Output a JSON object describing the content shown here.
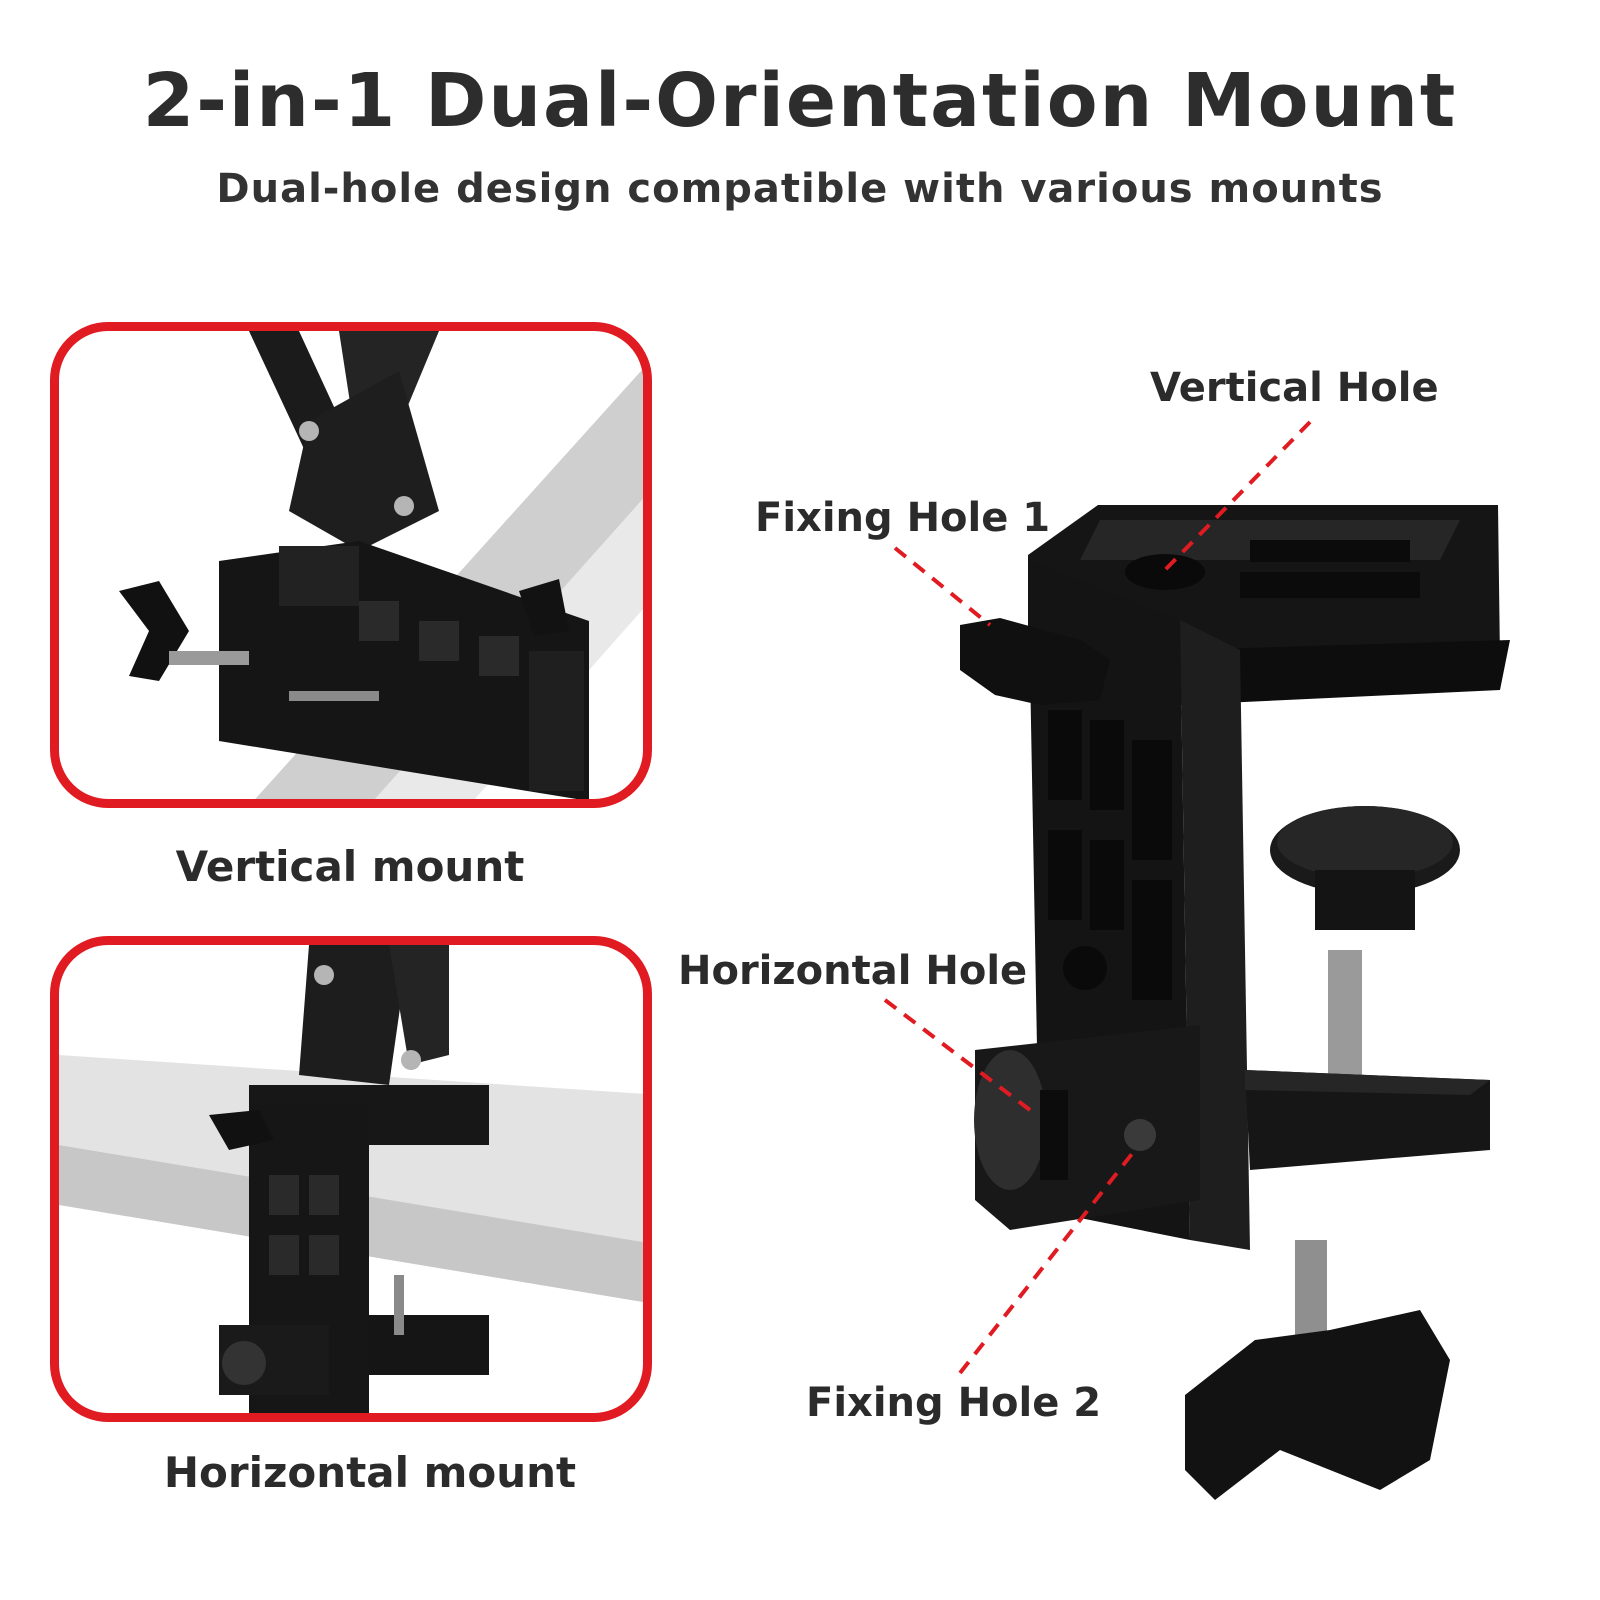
{
  "header": {
    "title": "2-in-1 Dual-Orientation Mount",
    "subtitle": "Dual-hole design compatible with various mounts"
  },
  "panels": {
    "vertical_caption": "Vertical mount",
    "horizontal_caption": "Horizontal mount"
  },
  "callouts": {
    "vertical_hole": "Vertical Hole",
    "fixing_hole_1": "Fixing Hole 1",
    "horizontal_hole": "Horizontal Hole",
    "fixing_hole_2": "Fixing Hole 2"
  },
  "colors": {
    "accent_red": "#e01b22",
    "product_black": "#141414",
    "text_dark": "#2b2b2b"
  }
}
